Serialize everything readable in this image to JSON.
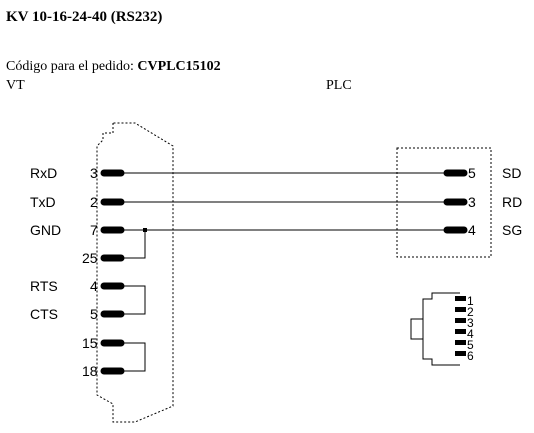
{
  "header": {
    "title": "KV 10-16-24-40 (RS232)",
    "order_prefix": "Código para el pedido: ",
    "order_code": "CVPLC15102",
    "vt_label": "VT",
    "plc_label": "PLC"
  },
  "vt_signals": {
    "rxd": "RxD",
    "txd": "TxD",
    "gnd": "GND",
    "rts": "RTS",
    "cts": "CTS"
  },
  "vt_pins": {
    "p3": "3",
    "p2": "2",
    "p7": "7",
    "p25": "25",
    "p4": "4",
    "p5": "5",
    "p15": "15",
    "p18": "18"
  },
  "plc_pins": {
    "p5": "5",
    "p3": "3",
    "p4": "4"
  },
  "plc_signals": {
    "sd": "SD",
    "rd": "RD",
    "sg": "SG"
  },
  "rj_pins": [
    "1",
    "2",
    "3",
    "4",
    "5",
    "6"
  ]
}
